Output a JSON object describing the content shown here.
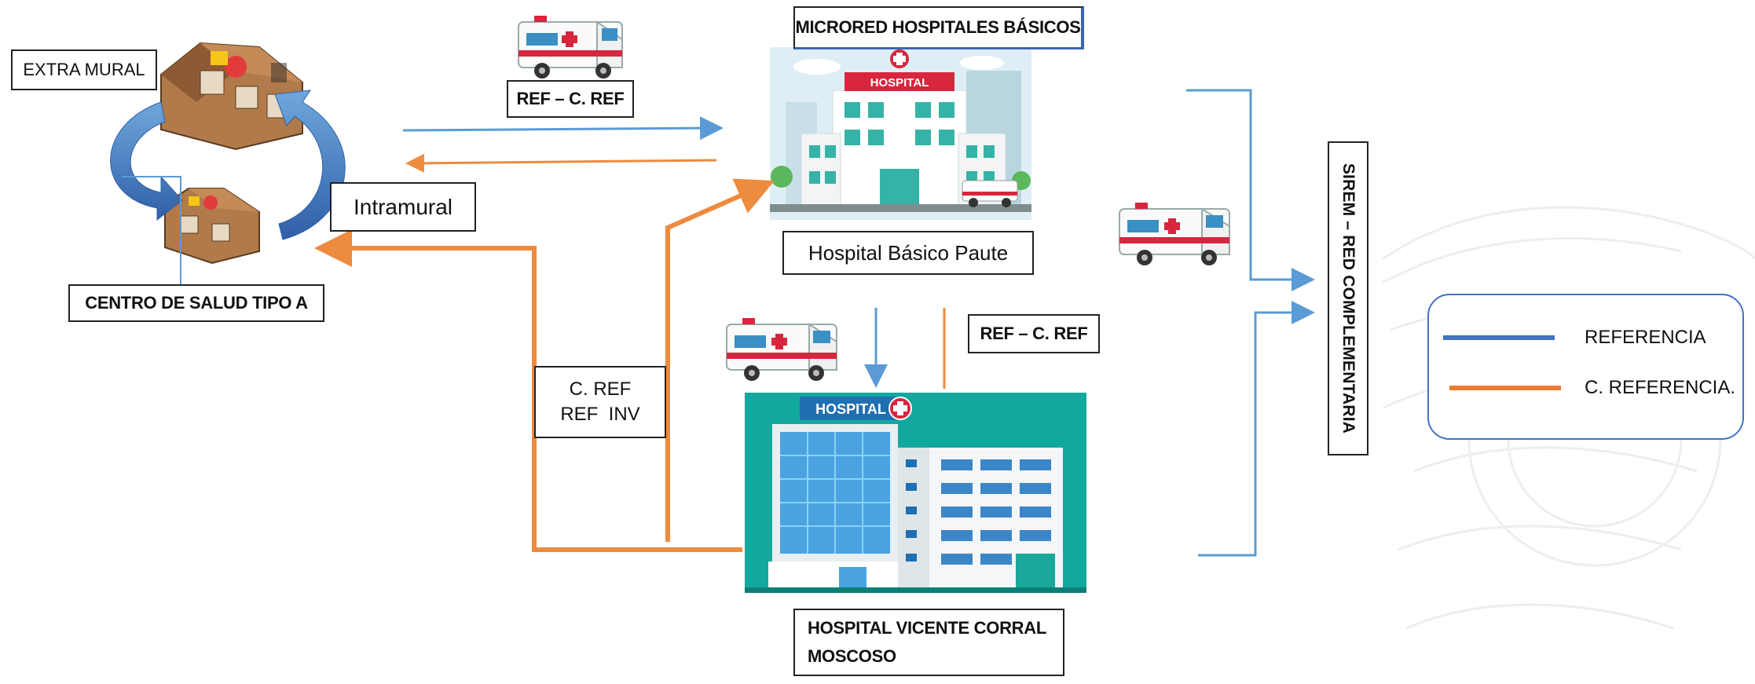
{
  "labels": {
    "extra_mural": "EXTRA MURAL",
    "intramural": "Intramural",
    "centro_salud": "CENTRO DE SALUD TIPO A",
    "ref_c_ref_top": "REF – C. REF",
    "microred": "MICRORED HOSPITALES BÁSICOS",
    "hospital_paute": "Hospital Básico Paute",
    "ref_c_ref_mid": "REF – C. REF",
    "c_ref": "C. REF",
    "ref_inv": "REF  INV",
    "hvcm_line1": "HOSPITAL VICENTE CORRAL",
    "hvcm_line2": "MOSCOSO",
    "sirem": "SIREM – RED COMPLEMENTARIA",
    "hospital_sign_small": "HOSPITAL",
    "hospital_sign_big": "HOSPITAL"
  },
  "legend": {
    "items": [
      {
        "label": "REFERENCIA",
        "color": "#4472c4"
      },
      {
        "label": "C. REFERENCIA.",
        "color": "#ed7d31"
      }
    ]
  },
  "colors": {
    "referencia": "#5b9bd5",
    "contra_referencia": "#ed8b3f",
    "teal": "#13a89e",
    "ambulance_red": "#d7263d"
  }
}
